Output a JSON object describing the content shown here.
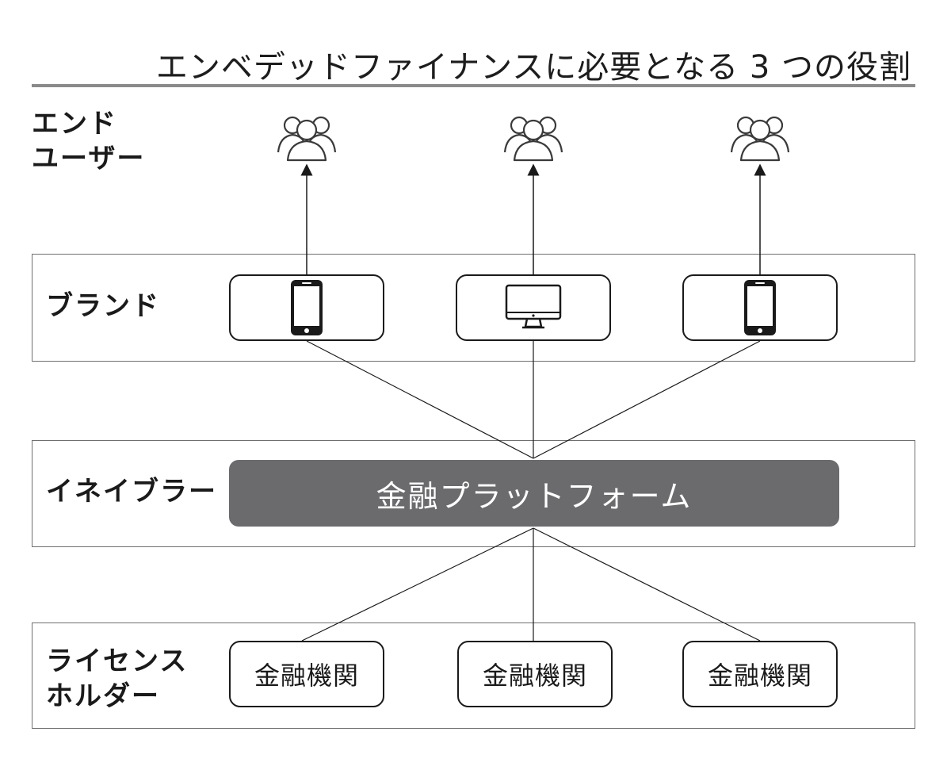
{
  "title": "エンベデッドファイナンスに必要となる 3 つの役割",
  "rows": {
    "end_user": {
      "line1": "エンド",
      "line2": "ユーザー"
    },
    "brand": {
      "label": "ブランド"
    },
    "enabler": {
      "label": "イネイブラー"
    },
    "license_holder": {
      "line1": "ライセンス",
      "line2": "ホルダー"
    }
  },
  "brand_devices": [
    {
      "icon": "smartphone-icon"
    },
    {
      "icon": "desktop-monitor-icon"
    },
    {
      "icon": "smartphone-icon"
    }
  ],
  "platform": {
    "label": "金融プラットフォーム"
  },
  "institutions": [
    {
      "label": "金融機関"
    },
    {
      "label": "金融機関"
    },
    {
      "label": "金融機関"
    }
  ],
  "end_users": [
    {
      "icon": "users-group-icon"
    },
    {
      "icon": "users-group-icon"
    },
    {
      "icon": "users-group-icon"
    }
  ],
  "colors": {
    "platform_fill": "#6b6b6e",
    "line": "#1a1a1a",
    "band_border": "#6f6f6f",
    "title_rule": "#8a8a8a"
  }
}
